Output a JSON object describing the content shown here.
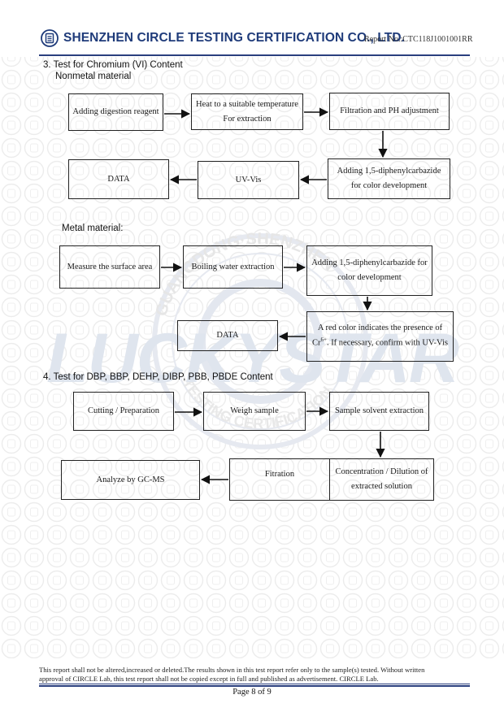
{
  "header": {
    "company": "SHENZHEN CIRCLE TESTING CERTIFICATION CO., LTD.",
    "report_no": "Report No.:CTC118J1001001RR"
  },
  "colors": {
    "brand": "#1f3b7a",
    "rule": "#2a3f7e"
  },
  "watermark": {
    "arc_text": "GUANGDONG·SHENZHEN",
    "arc_bottom_text": "TESTING CERTIFICATION",
    "big_text": "LUCKYSTAR"
  },
  "section3": {
    "title": "3. Test for Chromium (VI) Content",
    "nonmetal_label": "Nonmetal material",
    "nonmetal": {
      "digestion": "Adding digestion reagent",
      "heat_line1": "Heat to a suitable temperature",
      "heat_line2": "For extraction",
      "filtration": "Filtration and PH adjustment",
      "adding_line1": "Adding 1,5-diphenylcarbazide",
      "adding_line2": "for color development",
      "uvvis": "UV-Vis",
      "data": "DATA"
    },
    "metal_label": "Metal material:",
    "metal": {
      "measure": "Measure the surface area",
      "boiling": "Boiling water extraction",
      "adding_line1": "Adding 1,5-diphenylcarbazide for",
      "adding_line2": "color development",
      "red_line1": "A red color indicates the presence of",
      "red_cr": "Cr",
      "red_sup": "6+",
      "red_line2_rest": ". If necessary, confirm with UV-Vis",
      "data": "DATA"
    }
  },
  "section4": {
    "title": "4. Test for DBP, BBP, DEHP, DIBP, PBB, PBDE Content",
    "cutting": "Cutting / Preparation",
    "weigh": "Weigh sample",
    "solvent": "Sample solvent extraction",
    "conc_line1": "Concentration / Dilution of",
    "conc_line2": "extracted solution",
    "fitration": "Fitration",
    "analyze": "Analyze by GC-MS"
  },
  "footer": {
    "line1": "This report shall not be altered,increased or deleted.The results shown in this test report refer only to the sample(s) tested. Without written",
    "line2": "approval of CIRCLE Lab, this test report shall not be copied except in full and published as advertisement.   CIRCLE  Lab.",
    "page": "Page 8 of 9"
  }
}
